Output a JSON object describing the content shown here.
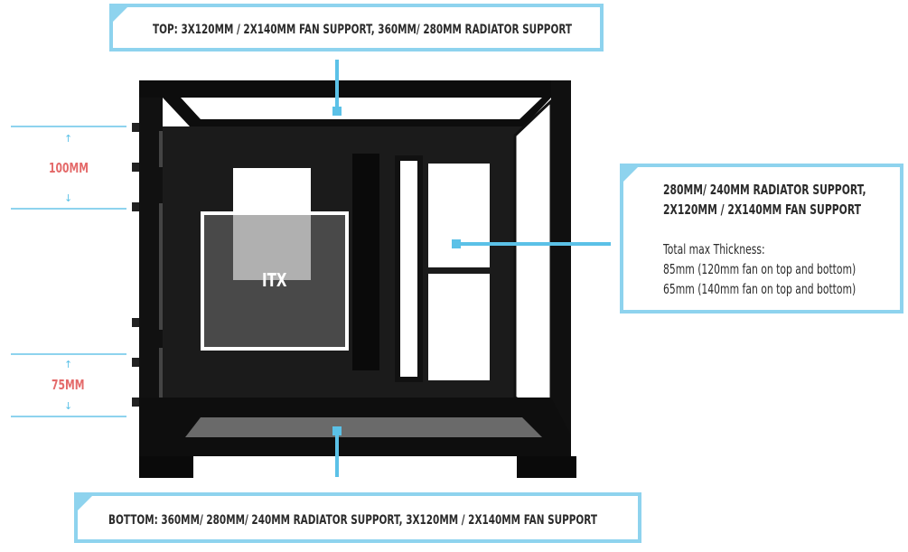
{
  "callouts": {
    "top": "TOP: 3X120MM / 2X140MM FAN SUPPORT, 360MM/ 280MM RADIATOR SUPPORT",
    "bottom": "BOTTOM: 360MM/ 280MM/ 240MM RADIATOR SUPPORT, 3X120MM / 2X140MM FAN SUPPORT",
    "side": {
      "line1": "280MM/ 240MM RADIATOR SUPPORT,",
      "line2": "2X120MM / 2X140MM FAN SUPPORT",
      "line3": "Total max Thickness:",
      "line4": "85mm (120mm fan on top and bottom)",
      "line5": "65mm (140mm fan on top and bottom)"
    }
  },
  "dimensions": {
    "top_clearance": "100MM",
    "bottom_clearance": "75MM"
  },
  "board": {
    "label": "ITX"
  },
  "colors": {
    "accent": "#8ed3ee",
    "connector": "#5bc1e7",
    "dimension_text": "#e46a6a",
    "case": "#141414"
  },
  "icons": {
    "up_arrow": "↑",
    "down_arrow": "↓"
  }
}
